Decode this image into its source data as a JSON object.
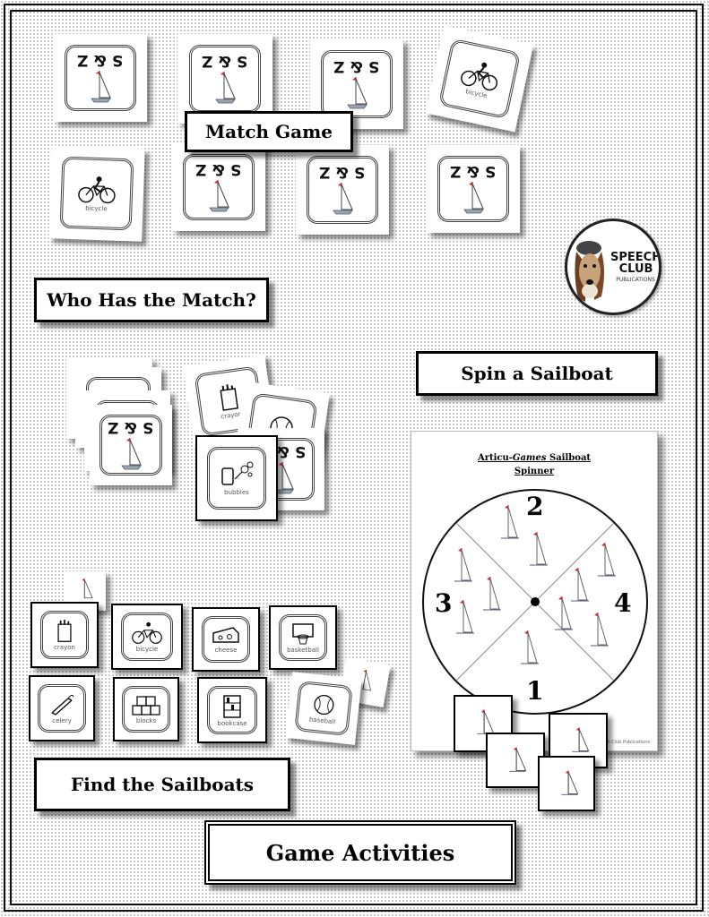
{
  "sections": {
    "match_game": "Match Game",
    "who_has_match": "Who Has the Match?",
    "spin_sailboat": "Spin a Sailboat",
    "find_sailboats": "Find the Sailboats",
    "game_activities": "Game Activities"
  },
  "card_code": "S & Z",
  "words": {
    "bicycle": "bicycle",
    "bubbles": "bubbles",
    "crayon": "crayon",
    "cheese": "cheese",
    "basketball": "basketball",
    "celery": "celery",
    "blocks": "blocks",
    "bookcase": "bookcase",
    "baseball": "baseball"
  },
  "spinner": {
    "title_prefix": "Articu-",
    "title_italic": "Games",
    "title_suffix": " Sailboat",
    "title_line2": "Spinner",
    "numbers": [
      "1",
      "2",
      "3",
      "4"
    ],
    "footer": "Speech Club Publications"
  },
  "logo": {
    "line1": "SPEECH",
    "line2": "CLUB",
    "line3": "PUBLICATIONS"
  }
}
